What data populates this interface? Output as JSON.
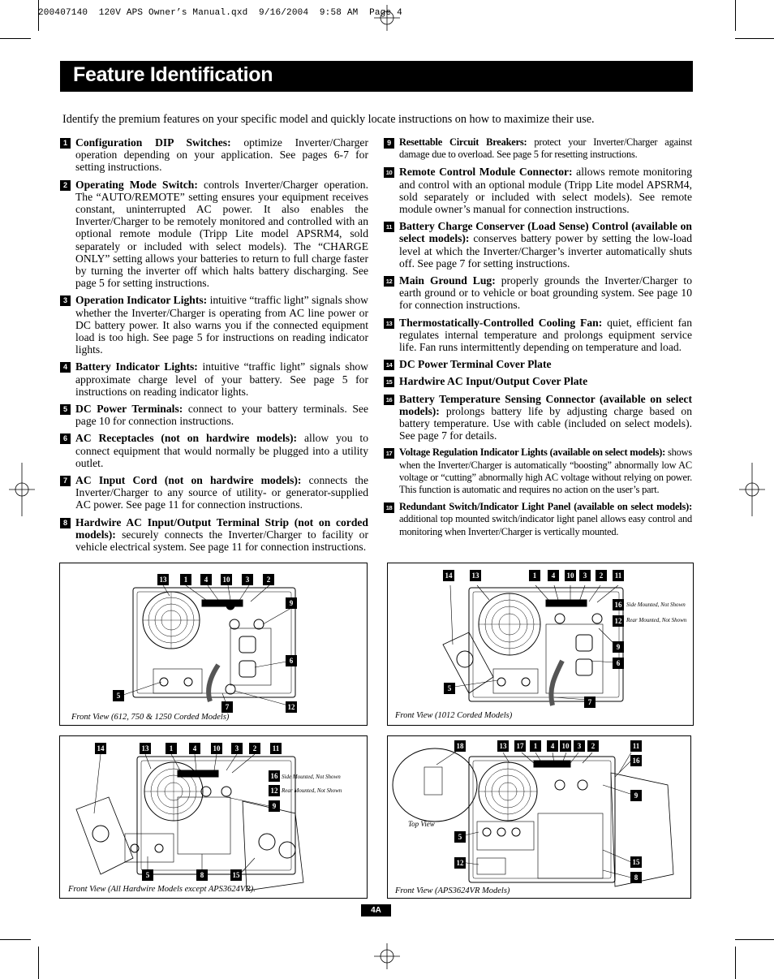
{
  "slug": "200407140  120V APS Owner’s Manual.qxd  9/16/2004  9:58 AM  Page 4",
  "title": "Feature Identification",
  "intro": "Identify the premium features on your specific model and quickly locate instructions on how to maximize their use.",
  "left_items": [
    {
      "num": "1",
      "head": "Configuration DIP Switches:",
      "body": " optimize Inverter/Charger operation depending on your application. See pages 6-7 for setting instructions."
    },
    {
      "num": "2",
      "head": "Operating Mode Switch:",
      "body": " controls Inverter/Charger operation. The “AUTO/REMOTE” setting ensures your equipment receives constant, uninterrupted AC power. It also enables the Inverter/Charger to be remotely monitored and controlled with an optional remote module (Tripp Lite model APSRM4, sold separately or included with select models). The “CHARGE ONLY” setting allows your batteries to return to full charge faster by turning the inverter off which halts battery discharging. See page 5 for setting instructions."
    },
    {
      "num": "3",
      "head": "Operation Indicator Lights:",
      "body": " intuitive “traffic light” signals show whether the Inverter/Charger is operating from AC line power or DC battery power. It also warns you if the connected equipment load is too high. See page 5 for instructions on reading indicator lights."
    },
    {
      "num": "4",
      "head": "Battery Indicator Lights:",
      "body": " intuitive “traffic light” signals show approximate charge level of your battery. See page 5 for instructions on reading indicator lights."
    },
    {
      "num": "5",
      "head": "DC Power Terminals:",
      "body": " connect to your battery terminals. See page 10 for connection instructions."
    },
    {
      "num": "6",
      "head": "AC Receptacles (not on hardwire models):",
      "body": " allow you to connect equipment that would normally be plugged into a utility outlet."
    },
    {
      "num": "7",
      "head": "AC Input Cord (not on hardwire models):",
      "body": " connects the Inverter/Charger to any source of utility- or generator-supplied AC power. See page 11 for connection instructions."
    },
    {
      "num": "8",
      "head": "Hardwire AC Input/Output Terminal Strip (not on corded models):",
      "body": " securely connects the Inverter/Charger to facility or vehicle electrical system. See page 11 for connection instructions."
    }
  ],
  "right_items": [
    {
      "num": "9",
      "head": "Resettable Circuit Breakers:",
      "body": " protect your Inverter/Charger against damage due to overload. See page 5 for resetting instructions."
    },
    {
      "num": "10",
      "head": "Remote Control Module Connector:",
      "body": " allows remote monitoring and control with an optional module (Tripp Lite model APSRM4, sold separately or included with select models). See remote module owner’s manual for connection instructions."
    },
    {
      "num": "11",
      "head": "Battery Charge Conserver (Load Sense) Control (available on select models):",
      "body": " conserves battery power by setting the low-load level at which the Inverter/Charger’s inverter automatically shuts off. See page 7 for setting instructions."
    },
    {
      "num": "12",
      "head": "Main Ground Lug:",
      "body": " properly grounds the Inverter/Charger to earth ground or to vehicle or boat grounding system. See page 10 for connection instructions."
    },
    {
      "num": "13",
      "head": "Thermostatically-Controlled Cooling Fan:",
      "body": " quiet, efficient fan regulates internal temperature and prolongs equipment service life. Fan runs intermittently depending on temperature and load."
    },
    {
      "num": "14",
      "head": "DC Power Terminal Cover Plate",
      "body": ""
    },
    {
      "num": "15",
      "head": "Hardwire AC Input/Output Cover Plate",
      "body": ""
    },
    {
      "num": "16",
      "head": "Battery Temperature Sensing Connector (available on select models):",
      "body": " prolongs battery life by adjusting charge based on battery temperature. Use with cable (included on select models). See page 7 for details."
    },
    {
      "num": "17",
      "head": "Voltage Regulation Indicator Lights (available on select models):",
      "body": " shows when the Inverter/Charger is automatically “boosting” abnormally low AC voltage or “cutting” abnormally high AC voltage without relying on power. This function is automatic and requires no action on the user’s part."
    },
    {
      "num": "18",
      "head": "Redundant Switch/Indicator Light Panel (available on select models):",
      "body": " additional top mounted switch/indicator light panel allows easy control and monitoring when Inverter/Charger is vertically mounted."
    }
  ],
  "figures": {
    "fig1": {
      "caption": "Front View (612, 750 & 1250 Corded Models)",
      "callouts": [
        "13",
        "1",
        "4",
        "10",
        "3",
        "2",
        "9",
        "6",
        "5",
        "7",
        "12"
      ]
    },
    "fig2": {
      "caption": "Front View (1012 Corded Models)",
      "callouts": [
        "14",
        "13",
        "1",
        "4",
        "10",
        "3",
        "2",
        "11",
        "16",
        "12",
        "9",
        "6",
        "5",
        "7"
      ],
      "notes": [
        "Side Mounted, Not Shown",
        "Rear Mounted, Not Shown"
      ]
    },
    "fig3": {
      "caption": "Front View (All Hardwire Models except APS3624VR).",
      "callouts": [
        "14",
        "13",
        "1",
        "4",
        "10",
        "3",
        "2",
        "11",
        "16",
        "12",
        "9",
        "5",
        "8",
        "15"
      ],
      "notes": [
        "Side Mounted, Not Shown",
        "Rear Mounted, Not Shown"
      ]
    },
    "fig4": {
      "caption": "Front View (APS3624VR Models)",
      "top_view": "Top View",
      "callouts": [
        "18",
        "13",
        "17",
        "1",
        "4",
        "10",
        "3",
        "2",
        "11",
        "16",
        "9",
        "5",
        "12",
        "15",
        "8"
      ]
    }
  },
  "page_number": "4A"
}
